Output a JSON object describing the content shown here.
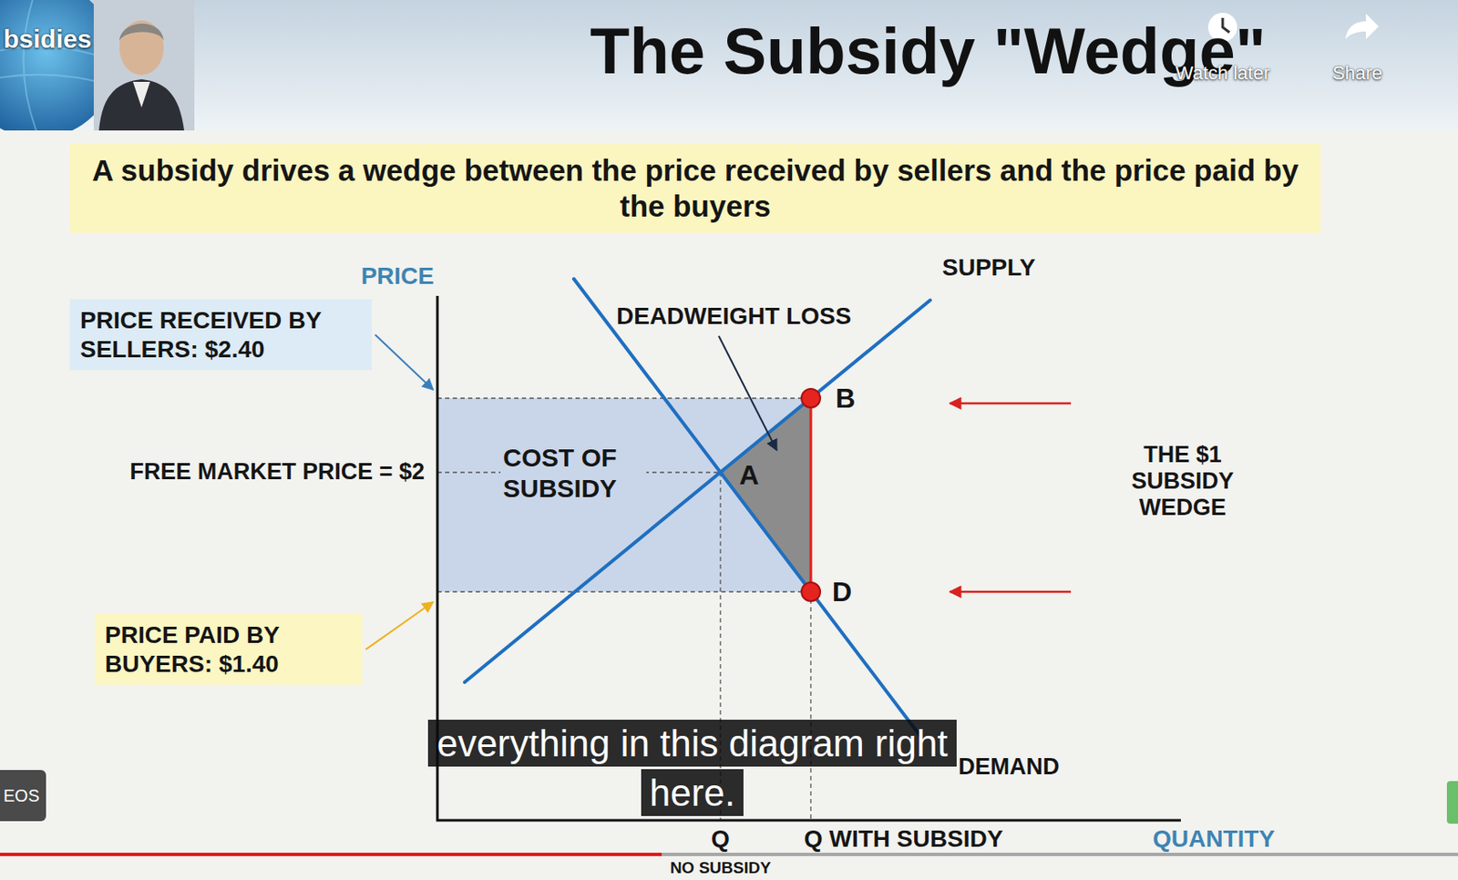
{
  "diagram": {
    "title": "The Subsidy \"Wedge\"",
    "nodes": [
      {
        "text": [
          "A subsidy drives a wedge between the price received by sellers and the price paid by the buyers"
        ]
      },
      {
        "text": [
          "PRICE RECEIVED BY SELLERS: $2.40"
        ]
      },
      {
        "text": [
          "COST OF SUBSIDY"
        ]
      },
      {
        "text": [
          "PRICE PAID BY BUYERS: $1.40"
        ]
      },
      {
        "text": [
          "EOS"
        ]
      },
      {
        "text": [
          "everything in this diagram right here."
        ]
      }
    ],
    "labels": [
      "bsidies",
      "Watch later",
      "Share",
      "PRICE",
      "SUPPLY",
      "DEADWEIGHT LOSS",
      "B",
      "FREE MARKET PRICE = $2",
      "A",
      "THE $1 SUBSIDY WEDGE",
      "D",
      "DEMAND",
      "Q",
      "Q WITH SUBSIDY",
      "QUANTITY",
      "NO SUBSIDY"
    ]
  }
}
